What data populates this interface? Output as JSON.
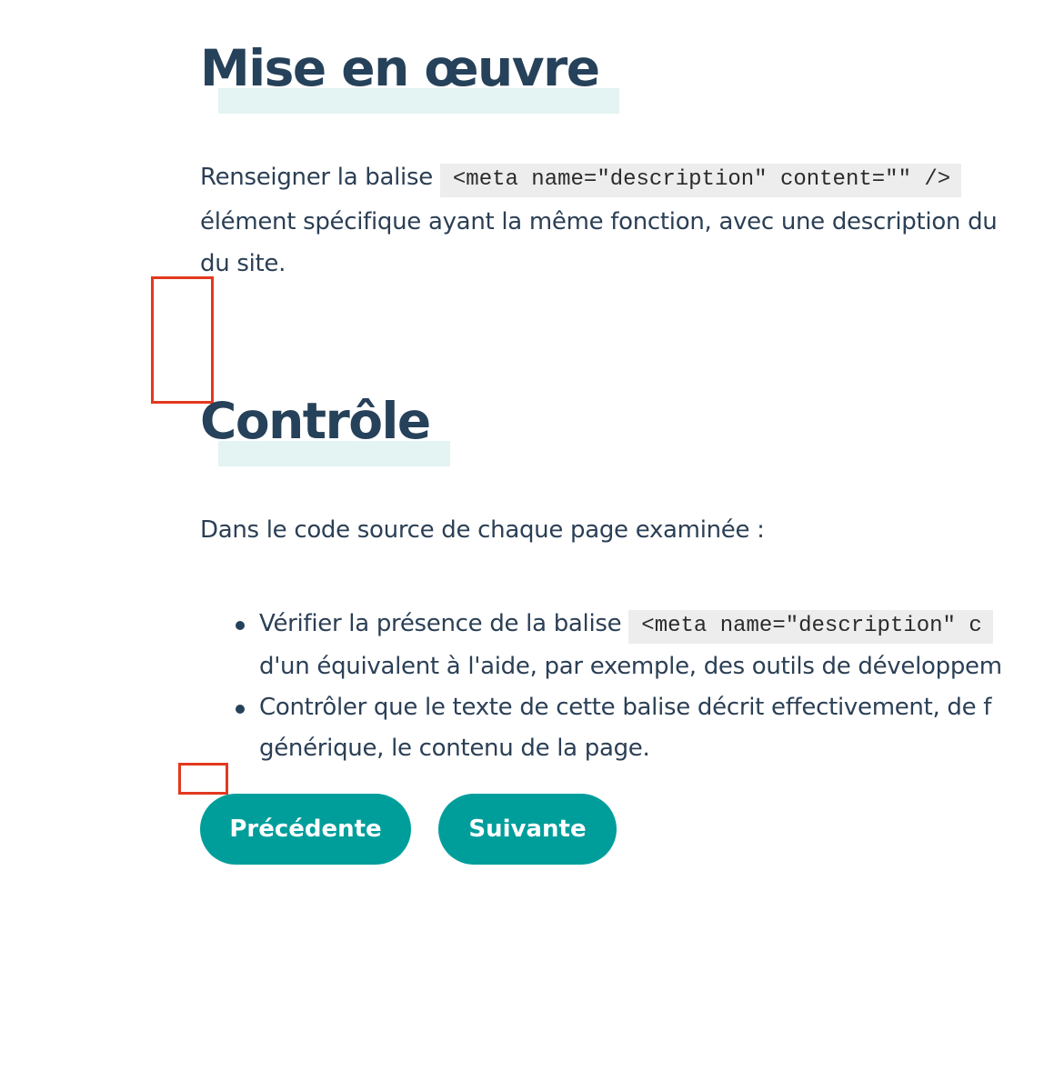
{
  "sections": {
    "implementation": {
      "title": "Mise en œuvre",
      "text_before_code": "Renseigner la balise ",
      "code": "<meta name=\"description\" content=\"\" />",
      "line2": "élément spécifique ayant la même fonction, avec une description du",
      "line3": "du site."
    },
    "control": {
      "title": "Contrôle",
      "intro": "Dans le code source de chaque page examinée :",
      "items": [
        {
          "text_before_code": "Vérifier la présence de la balise ",
          "code": "<meta name=\"description\" c",
          "line2": "d'un équivalent à l'aide, par exemple, des outils de développem"
        },
        {
          "line1": "Contrôler que le texte de cette balise décrit effectivement, de f",
          "line2": "générique, le contenu de la page."
        }
      ]
    }
  },
  "navigation": {
    "previous_label": "Précédente",
    "next_label": "Suivante"
  },
  "colors": {
    "heading": "#26415a",
    "text": "#2b3f55",
    "heading_highlight": "#e3f4f2",
    "button_bg": "#009e9b",
    "button_text": "#ffffff",
    "code_bg": "#ededed",
    "annotation_box": "#e2391f"
  }
}
